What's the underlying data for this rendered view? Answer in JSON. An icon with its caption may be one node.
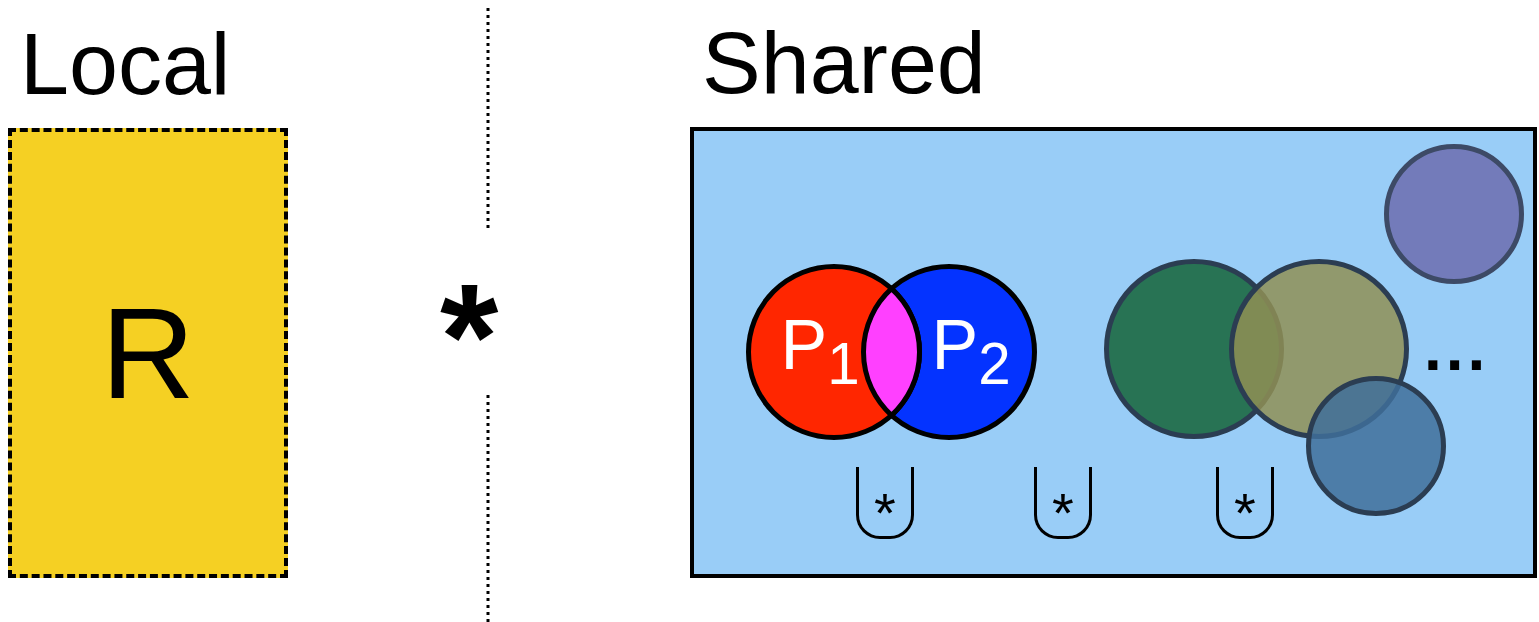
{
  "diagram": {
    "nodes": [
      {
        "text": [
          "Local",
          "R"
        ]
      },
      {
        "text": [
          "Shared"
        ]
      },
      {
        "text": [
          "P$_{1}$"
        ],
        "in": 1
      },
      {
        "text": [
          "P$_{2}$"
        ],
        "in": 1
      },
      {
        "text": [],
        "shape": "circle",
        "in": 1
      },
      {
        "text": [],
        "shape": "circle",
        "in": 1
      },
      {
        "text": [],
        "shape": "circle",
        "in": 1
      },
      {
        "text": [],
        "shape": "circle",
        "in": 1
      }
    ],
    "labels": [
      "*",
      "*",
      "*",
      "*",
      "..."
    ]
  }
}
